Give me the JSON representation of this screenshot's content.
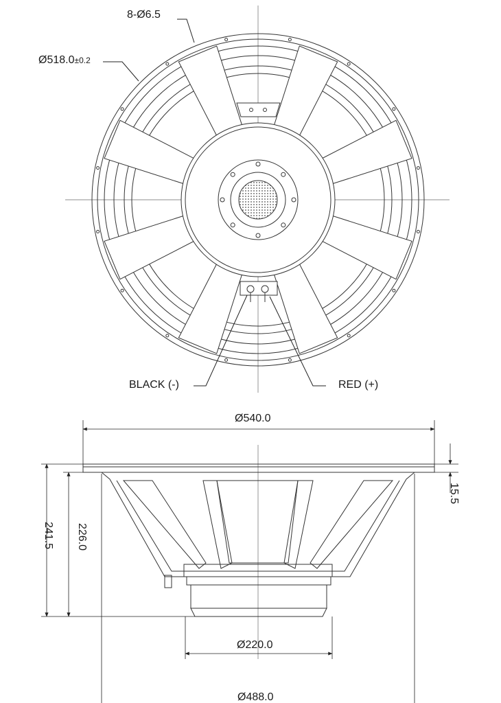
{
  "top_view": {
    "bolt_holes": "8-Ø6.5",
    "mounting_diameter": "Ø518.0",
    "mounting_tolerance": "±0.2",
    "terminal_black": "BLACK (-)",
    "terminal_red": "RED (+)"
  },
  "side_view": {
    "outer_diameter": "Ø540.0",
    "flange_thickness": "15.5",
    "total_depth": "241.5",
    "mounting_depth": "226.0",
    "magnet_diameter": "Ø220.0",
    "baffle_cutout": "Ø488.0"
  },
  "colors": {
    "line": "#333333",
    "dim": "#222222",
    "center": "#555555"
  }
}
